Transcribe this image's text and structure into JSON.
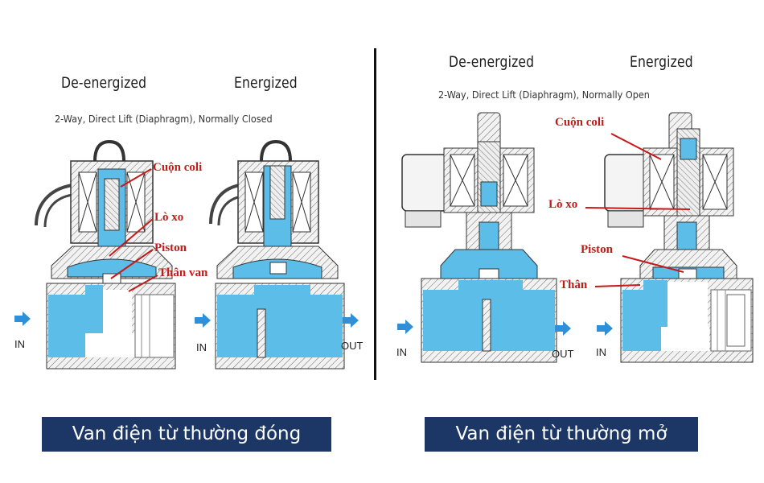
{
  "left_panel": {
    "heading_deenergized": "De-energized",
    "heading_energized": "Energized",
    "subtitle": "2-Way, Direct Lift (Diaphragm), Normally Closed",
    "callouts": {
      "coil": "Cuộn coli",
      "spring": "Lò xo",
      "piston": "Piston",
      "body": "Thân van"
    },
    "flow": {
      "in_a": "IN",
      "in_b": "IN",
      "out": "OUT"
    },
    "caption": "Van điện từ thường đóng"
  },
  "right_panel": {
    "heading_deenergized": "De-energized",
    "heading_energized": "Energized",
    "subtitle": "2-Way, Direct Lift (Diaphragm), Normally Open",
    "callouts": {
      "coil": "Cuộn coli",
      "spring": "Lò xo",
      "piston": "Piston",
      "body": "Thân"
    },
    "flow": {
      "in_a": "IN",
      "out": "OUT",
      "in_b": "IN"
    },
    "caption": "Van điện từ thường mở"
  },
  "colors": {
    "fluid": "#5bbde8",
    "callout": "#c41a1a",
    "caption_bg": "#1c3766",
    "arrow": "#2f8fd8",
    "metal": "#e8e8e8"
  }
}
